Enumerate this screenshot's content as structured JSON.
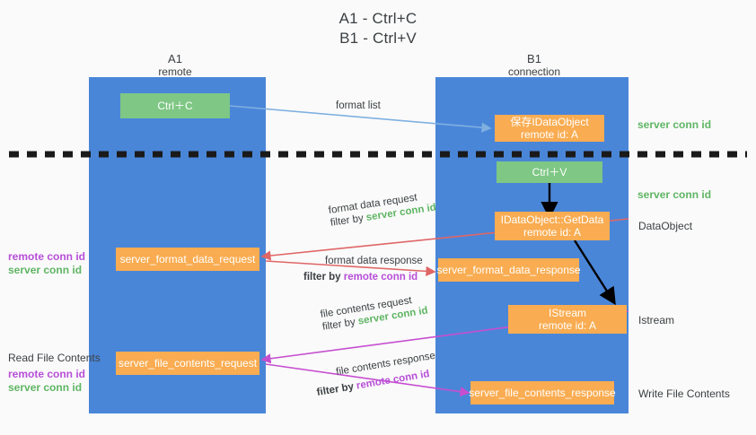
{
  "title": {
    "line1": "A1 - Ctrl+C",
    "line2": "B1 - Ctrl+V"
  },
  "colors": {
    "lane": "#4a86d8",
    "green_box": "#7ec784",
    "orange_box": "#f9ac51",
    "server_conn": "#5fb564",
    "remote_conn": "#b74fd8",
    "blue_arrow": "#7fb0e0",
    "red_arrow": "#e06666",
    "magenta_arrow": "#c64fd0",
    "black_arrow": "#000000",
    "text": "#3c4043",
    "background": "#fafafa"
  },
  "lanes": [
    {
      "id": "a1",
      "title": "A1",
      "subtitle": "remote"
    },
    {
      "id": "b1",
      "title": "B1",
      "subtitle": "connection"
    }
  ],
  "boxes": {
    "ctrl_c": {
      "line1": "Ctrl＋C",
      "line2": ""
    },
    "save_idataobject": {
      "line1": "保存IDataObject",
      "line2": "remote id: A"
    },
    "ctrl_v": {
      "line1": "Ctrl＋V",
      "line2": ""
    },
    "getdata": {
      "line1": "IDataObject::GetData",
      "line2": "remote id: A"
    },
    "istream": {
      "line1": "IStream",
      "line2": "remote id: A"
    },
    "format_data_request": {
      "line1": "server_format_data_request",
      "line2": ""
    },
    "format_data_response": {
      "line1": "server_format_data_response",
      "line2": ""
    },
    "file_contents_request": {
      "line1": "server_file_contents_request",
      "line2": ""
    },
    "file_contents_response": {
      "line1": "server_file_contents_response",
      "line2": ""
    }
  },
  "edge_labels": {
    "format_list": "format list",
    "format_data_request": {
      "line1": "format data request",
      "prefix": "filter by ",
      "token": "server conn id"
    },
    "format_data_response": {
      "line1": "format data response",
      "prefix": "filter by ",
      "token": "remote conn id"
    },
    "file_contents_request": {
      "line1": "file contents request",
      "prefix": "filter by ",
      "token": "server conn id"
    },
    "file_contents_response": {
      "line1": "file contents response",
      "prefix": "filter by ",
      "token": "remote conn id"
    }
  },
  "right_notes": [
    {
      "id": "server-conn-id-1",
      "text": "server conn id",
      "style": "green"
    },
    {
      "id": "server-conn-id-2",
      "text": "server conn id",
      "style": "green"
    },
    {
      "id": "dataobject",
      "text": "DataObject",
      "style": "plain"
    },
    {
      "id": "istream",
      "text": "Istream",
      "style": "plain"
    },
    {
      "id": "write-file-contents",
      "text": "Write File Contents",
      "style": "plain"
    }
  ],
  "left_notes": {
    "group1": [
      {
        "id": "remote-conn-id-1",
        "text": "remote conn id",
        "style": "purple"
      },
      {
        "id": "server-conn-id-3",
        "text": "server conn id",
        "style": "green"
      }
    ],
    "read_file_contents": "Read File Contents",
    "group2": [
      {
        "id": "remote-conn-id-2",
        "text": "remote conn id",
        "style": "purple"
      },
      {
        "id": "server-conn-id-4",
        "text": "server conn id",
        "style": "green"
      }
    ]
  }
}
